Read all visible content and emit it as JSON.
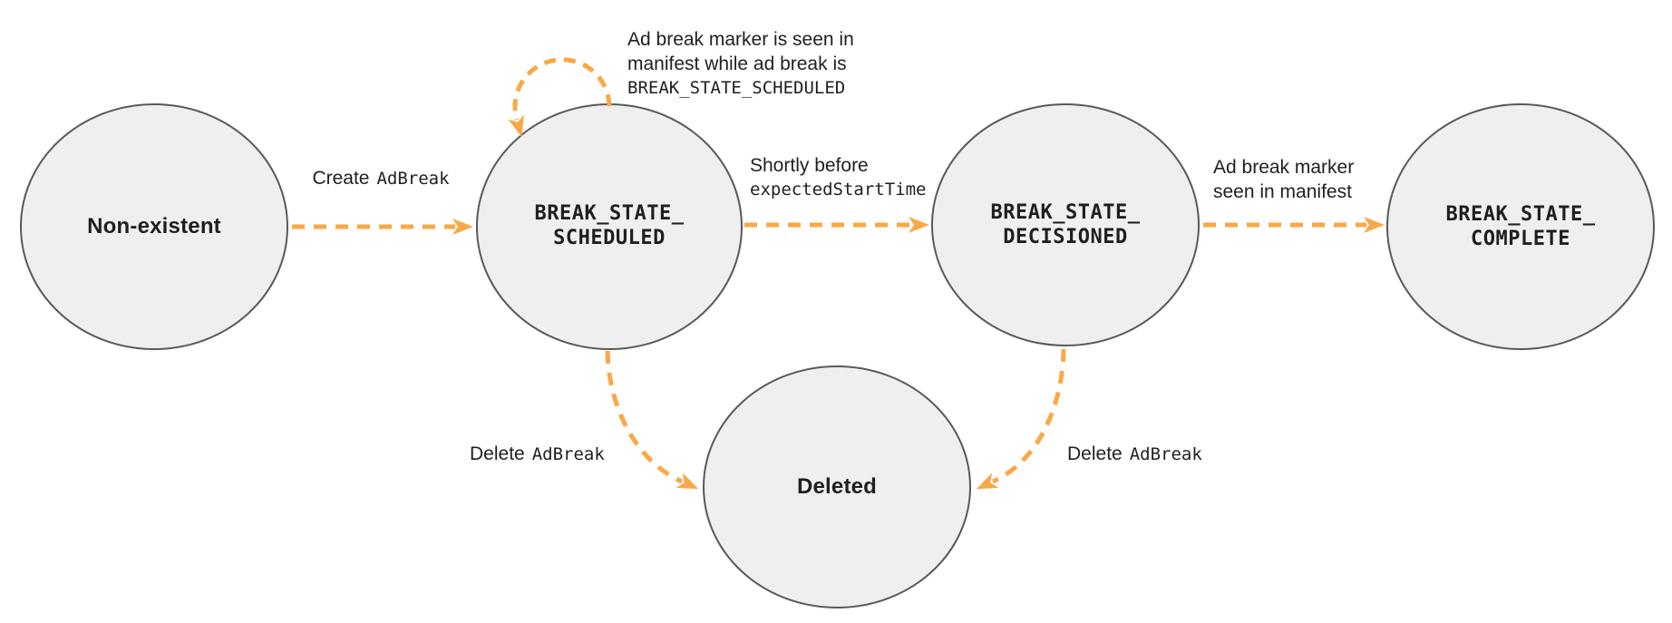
{
  "diagram": {
    "colors": {
      "arrow_orange": "#F9A847",
      "node_fill": "#EFEFEF",
      "node_stroke": "#595959",
      "text": "#1F1F1F",
      "background": "#FFFFFF"
    },
    "nodes": [
      {
        "id": "non-existent",
        "label": "Non-existent"
      },
      {
        "id": "break-state-scheduled",
        "line1": "BREAK_STATE_",
        "line2": "SCHEDULED"
      },
      {
        "id": "break-state-decisioned",
        "line1": "BREAK_STATE_",
        "line2": "DECISIONED"
      },
      {
        "id": "break-state-complete",
        "line1": "BREAK_STATE_",
        "line2": "COMPLETE"
      },
      {
        "id": "deleted",
        "label": "Deleted"
      }
    ],
    "edges": {
      "create": {
        "plain": "Create",
        "code": "AdBreak"
      },
      "self_loop": {
        "line1": "Ad break marker is seen in",
        "line2": "manifest while ad break is",
        "code": "BREAK_STATE_SCHEDULED"
      },
      "decision": {
        "plain": "Shortly before",
        "code": "expectedStartTime"
      },
      "complete": {
        "line1": "Ad break marker",
        "line2": "seen in manifest"
      },
      "delete_left": {
        "plain": "Delete",
        "code": "AdBreak"
      },
      "delete_right": {
        "plain": "Delete",
        "code": "AdBreak"
      }
    }
  }
}
